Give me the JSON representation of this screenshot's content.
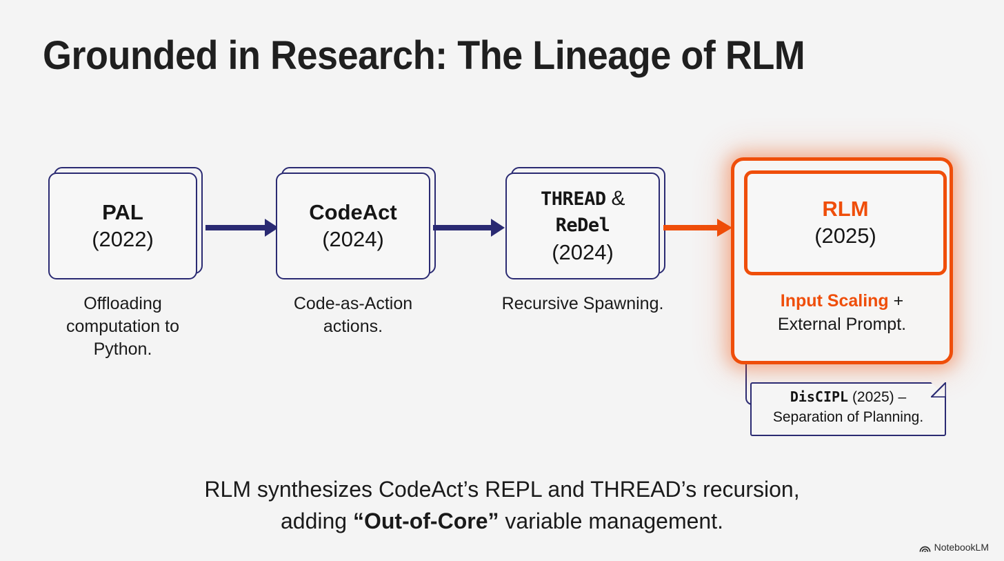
{
  "slide": {
    "title": "Grounded in Research: The Lineage of RLM",
    "background_color": "#f4f4f4",
    "accent_navy": "#2a2a72",
    "accent_orange": "#ef4e0a"
  },
  "timeline": {
    "nodes": [
      {
        "name": "PAL",
        "year": "(2022)",
        "caption": "Offloading computation to Python.",
        "highlighted": false
      },
      {
        "name": "CodeAct",
        "year": "(2024)",
        "caption": "Code-as-Action actions.",
        "highlighted": false
      },
      {
        "name_line1": "THREAD",
        "name_amp": "&",
        "name_line2": "ReDel",
        "year": "(2024)",
        "caption": "Recursive Spawning.",
        "highlighted": false
      }
    ],
    "highlight_node": {
      "name": "RLM",
      "year": "(2025)",
      "caption_highlight": "Input Scaling",
      "caption_plus": " + ",
      "caption_rest": "External Prompt.",
      "highlighted": true
    },
    "arrows": [
      {
        "from": "PAL",
        "to": "CodeAct",
        "color": "#2a2a72"
      },
      {
        "from": "CodeAct",
        "to": "THREAD & ReDel",
        "color": "#2a2a72"
      },
      {
        "from": "THREAD & ReDel",
        "to": "RLM",
        "color": "#ef4e0a"
      }
    ]
  },
  "note": {
    "title": "DisCIPL",
    "year": " (2025) –",
    "body": "Separation of Planning."
  },
  "summary": {
    "line1": "RLM synthesizes CodeAct’s REPL and THREAD’s recursion,",
    "line2_pre": "adding ",
    "line2_bold": "“Out-of-Core”",
    "line2_post": " variable management."
  },
  "watermark": {
    "label": "NotebookLM",
    "icon": "notebooklm-arcs-icon"
  }
}
